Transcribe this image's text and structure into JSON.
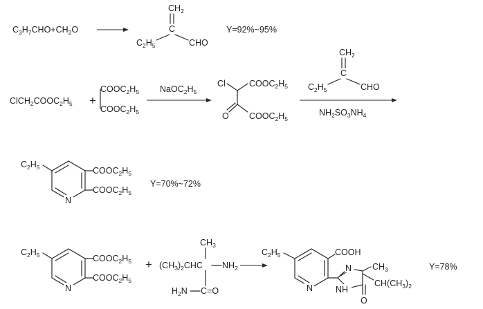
{
  "reaction1": {
    "reactants": [
      {
        "s": [
          [
            "C",
            ""
          ],
          [
            "3",
            "sub"
          ],
          [
            "H",
            ""
          ],
          [
            "7",
            "sub"
          ],
          [
            "CHO+CH",
            ""
          ],
          [
            "2",
            "sub"
          ],
          [
            "O",
            ""
          ]
        ]
      }
    ],
    "product": {
      "ch2": [
        [
          "CH",
          ""
        ],
        [
          "2",
          "sub"
        ]
      ],
      "c": [
        [
          "C",
          ""
        ]
      ],
      "et": [
        [
          "C",
          ""
        ],
        [
          "2",
          "sub"
        ],
        [
          "H",
          ""
        ],
        [
          "5",
          "sub"
        ]
      ],
      "cho": [
        [
          "CHO",
          ""
        ]
      ]
    },
    "yield": [
      [
        "Y=92%~95%",
        ""
      ]
    ]
  },
  "reaction2": {
    "r1": [
      [
        "ClCH",
        ""
      ],
      [
        "2",
        "sub"
      ],
      [
        "COOC",
        ""
      ],
      [
        "2",
        "sub"
      ],
      [
        "H",
        ""
      ],
      [
        "5",
        "sub"
      ]
    ],
    "plus": "+",
    "r2_top": [
      [
        "COOC",
        ""
      ],
      [
        "2",
        "sub"
      ],
      [
        "H",
        ""
      ],
      [
        "5",
        "sub"
      ]
    ],
    "r2_bot": [
      [
        "COOC",
        ""
      ],
      [
        "2",
        "sub"
      ],
      [
        "H",
        ""
      ],
      [
        "5",
        "sub"
      ]
    ],
    "reagent1": [
      [
        "NaOC",
        ""
      ],
      [
        "2",
        "sub"
      ],
      [
        "H",
        ""
      ],
      [
        "5",
        "sub"
      ]
    ],
    "inter_cl": [
      [
        "Cl",
        ""
      ]
    ],
    "inter_top": [
      [
        "COOC",
        ""
      ],
      [
        "2",
        "sub"
      ],
      [
        "H",
        ""
      ],
      [
        "5",
        "sub"
      ]
    ],
    "inter_o": [
      [
        "O",
        ""
      ]
    ],
    "inter_bot": [
      [
        "COOC",
        ""
      ],
      [
        "2",
        "sub"
      ],
      [
        "H",
        ""
      ],
      [
        "5",
        "sub"
      ]
    ],
    "reagent2_ch2": [
      [
        "CH",
        ""
      ],
      [
        "2",
        "sub"
      ]
    ],
    "reagent2_c": [
      [
        "C",
        ""
      ]
    ],
    "reagent2_et": [
      [
        "C",
        ""
      ],
      [
        "2",
        "sub"
      ],
      [
        "H",
        ""
      ],
      [
        "5",
        "sub"
      ]
    ],
    "reagent2_cho": [
      [
        "CHO",
        ""
      ]
    ],
    "reagent3": [
      [
        "NH",
        ""
      ],
      [
        "2",
        "sub"
      ],
      [
        "SO",
        ""
      ],
      [
        "3",
        "sub"
      ],
      [
        "NH",
        ""
      ],
      [
        "4",
        "sub"
      ]
    ]
  },
  "reaction3": {
    "et": [
      [
        "C",
        ""
      ],
      [
        "2",
        "sub"
      ],
      [
        "H",
        ""
      ],
      [
        "5",
        "sub"
      ]
    ],
    "top": [
      [
        "COOC",
        ""
      ],
      [
        "2",
        "sub"
      ],
      [
        "H",
        ""
      ],
      [
        "5",
        "sub"
      ]
    ],
    "bot": [
      [
        "COOC",
        ""
      ],
      [
        "2",
        "sub"
      ],
      [
        "H",
        ""
      ],
      [
        "5",
        "sub"
      ]
    ],
    "n": [
      [
        "N",
        ""
      ]
    ],
    "yield": [
      [
        "Y=70%~72%",
        ""
      ]
    ]
  },
  "reaction4": {
    "et": [
      [
        "C",
        ""
      ],
      [
        "2",
        "sub"
      ],
      [
        "H",
        ""
      ],
      [
        "5",
        "sub"
      ]
    ],
    "top": [
      [
        "COOC",
        ""
      ],
      [
        "2",
        "sub"
      ],
      [
        "H",
        ""
      ],
      [
        "5",
        "sub"
      ]
    ],
    "bot": [
      [
        "COOC",
        ""
      ],
      [
        "2",
        "sub"
      ],
      [
        "H",
        ""
      ],
      [
        "5",
        "sub"
      ]
    ],
    "n": [
      [
        "N",
        ""
      ]
    ],
    "plus": "+",
    "amide_ch3": [
      [
        "CH",
        ""
      ],
      [
        "3",
        "sub"
      ]
    ],
    "amide_main": [
      [
        "(CH",
        ""
      ],
      [
        "3",
        "sub"
      ],
      [
        ")",
        ""
      ],
      [
        "2",
        "sub"
      ],
      [
        "CHC",
        ""
      ]
    ],
    "amide_nh2": [
      [
        "NH",
        ""
      ],
      [
        "2",
        "sub"
      ]
    ],
    "amide_bottom": [
      [
        "H",
        ""
      ],
      [
        "2",
        "sub"
      ],
      [
        "N",
        ""
      ]
    ],
    "amide_co": [
      [
        "C=O",
        ""
      ]
    ],
    "prod_et": [
      [
        "C",
        ""
      ],
      [
        "2",
        "sub"
      ],
      [
        "H",
        ""
      ],
      [
        "5",
        "sub"
      ]
    ],
    "prod_cooh": [
      [
        "COOH",
        ""
      ]
    ],
    "prod_n_ring": [
      [
        "N",
        ""
      ]
    ],
    "prod_n_imid": [
      [
        "N",
        ""
      ]
    ],
    "prod_nh": [
      [
        "NH",
        ""
      ]
    ],
    "prod_o": [
      [
        "O",
        ""
      ]
    ],
    "prod_ch3": [
      [
        "CH",
        ""
      ],
      [
        "3",
        "sub"
      ]
    ],
    "prod_ipr": [
      [
        "CH(CH",
        ""
      ],
      [
        "3",
        "sub"
      ],
      [
        ")",
        ""
      ],
      [
        "2",
        "sub"
      ]
    ],
    "yield": [
      [
        "Y=78%",
        ""
      ]
    ]
  }
}
